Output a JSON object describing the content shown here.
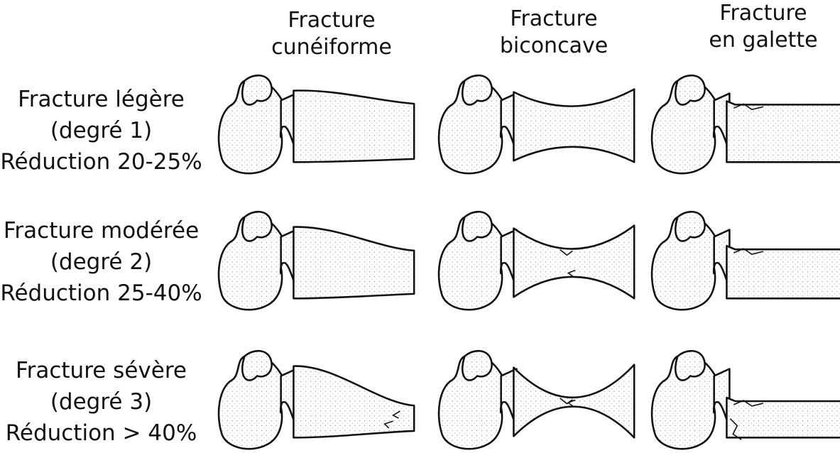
{
  "columns": [
    {
      "line1": "Fracture",
      "line2": "cunéiforme"
    },
    {
      "line1": "Fracture",
      "line2": "biconcave"
    },
    {
      "line1": "Fracture",
      "line2": "en galette"
    }
  ],
  "rows": [
    {
      "line1": "Fracture légère",
      "line2": "(degré 1)",
      "line3": "Réduction 20-25%"
    },
    {
      "line1": "Fracture modérée",
      "line2": "(degré 2)",
      "line3": "Réduction 25-40%"
    },
    {
      "line1": "Fracture sévère",
      "line2": "(degré 3)",
      "line3": "Réduction > 40%"
    }
  ],
  "colors": {
    "ink": "#111111",
    "paper": "#ffffff"
  }
}
